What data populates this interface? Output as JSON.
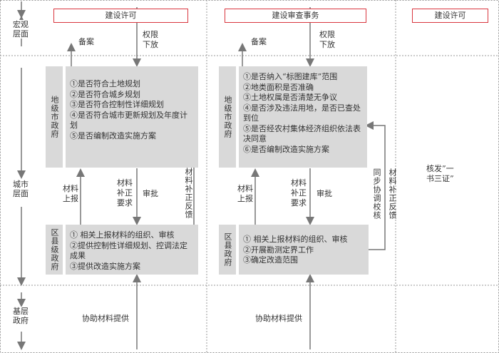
{
  "levels": {
    "macro": [
      "宏观",
      "层面"
    ],
    "city": [
      "城市",
      "层面"
    ],
    "grassroots": [
      "基层",
      "政府"
    ]
  },
  "top_boxes": [
    "建设许可",
    "建设审查事务",
    "建设许可"
  ],
  "left": {
    "filing": "备案",
    "delegation": [
      "权限",
      "下放"
    ],
    "city_gov": "地级市政府",
    "city_items": [
      "①是否符合土地规划",
      "②是否符合城乡规划",
      "③是否符合控制性详细规划",
      "④是否符合城市更新规划及年度计划",
      "⑤是否编制改造实施方案"
    ],
    "report": [
      "材料",
      "上报"
    ],
    "supplement_req": [
      "材料",
      "补正",
      "要求"
    ],
    "approve": "审批",
    "feedback": "材料补正反馈",
    "county_gov": "区县级政府",
    "county_items": [
      "① 相关上报材料的组织、审核",
      "②提供控制性详细规划、控调法定成果",
      "③提供改造实施方案"
    ],
    "assist": "协助材料提供"
  },
  "middle": {
    "filing": "备案",
    "delegation": [
      "权限",
      "下放"
    ],
    "city_gov": "地级市政府",
    "city_items": [
      "①是否纳入“标图建库”范围",
      "②地类面积是否准确",
      "③土地权属是否清楚无争议",
      "④是否涉及违法用地，是否已查处到位",
      "⑤是否经农村集体经济组织依法表决同意",
      "⑥是否编制改造实施方案"
    ],
    "report": [
      "材料",
      "上报"
    ],
    "supplement_req": [
      "材料",
      "补正",
      "要求"
    ],
    "approve": "审批",
    "sync": "同步协调校核",
    "feedback": "材料补正反馈",
    "county_gov": "区县政府",
    "county_items": [
      "① 相关上报材料的组织、审核",
      "②开展勘测定界工作",
      "③确定改造范围"
    ],
    "assist": "协助材料提供"
  },
  "right": {
    "issue": [
      "核发”一",
      "书三证”"
    ]
  }
}
